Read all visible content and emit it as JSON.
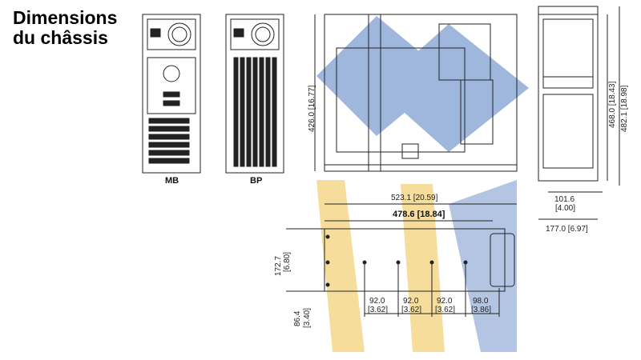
{
  "title": {
    "line1": "Dimensions",
    "line2": "du châssis"
  },
  "views": {
    "mb_label": "MB",
    "bp_label": "BP"
  },
  "dimensions": {
    "top_depth": "426.0 [16.77]",
    "front_height_inner": "468.0 [18.43]",
    "front_height_outer": "482.1 [18.98]",
    "front_width_bay": "101.6",
    "front_width_bay_in": "[4.00]",
    "front_width": "177.0 [6.97]",
    "side_length_outer": "523.1 [20.59]",
    "side_length_inner": "478.6 [18.84]",
    "side_height_a": "172.7",
    "side_height_a_in": "[6.80]",
    "side_height_b": "86.4",
    "side_height_b_in": "[3.40]",
    "spacing": [
      {
        "mm": "92.0",
        "in": "[3.62]"
      },
      {
        "mm": "92.0",
        "in": "[3.62]"
      },
      {
        "mm": "92.0",
        "in": "[3.62]"
      },
      {
        "mm": "98.0",
        "in": "[3.86]"
      }
    ]
  },
  "colors": {
    "watermark_blue": "#7f9fd1",
    "watermark_yellow": "#f5d27a",
    "line": "#222222"
  }
}
